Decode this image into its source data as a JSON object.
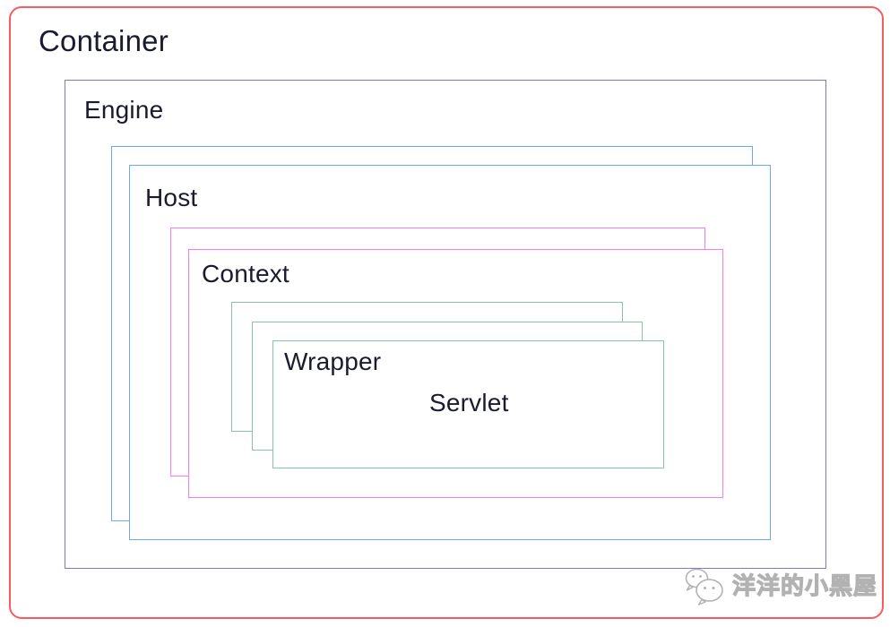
{
  "diagram": {
    "type": "nested-boxes",
    "hierarchy": [
      "Container",
      "Engine",
      "Host",
      "Context",
      "Wrapper",
      "Servlet"
    ],
    "boxes": [
      {
        "id": "container",
        "label": "Container",
        "border_color": "#fb5a61",
        "stack_count": 1
      },
      {
        "id": "engine",
        "label": "Engine",
        "border_color": "#8279b9",
        "stack_count": 1
      },
      {
        "id": "host",
        "label": "Host",
        "border_color": "#6ca9f2",
        "stack_count": 2
      },
      {
        "id": "context",
        "label": "Context",
        "border_color": "#fa7bf0",
        "stack_count": 2
      },
      {
        "id": "wrapper",
        "label": "Wrapper",
        "border_color": "#85c5a6",
        "stack_count": 3
      },
      {
        "id": "servlet",
        "label": "Servlet",
        "border_color": null,
        "stack_count": 0
      }
    ]
  },
  "labels": {
    "container": "Container",
    "engine": "Engine",
    "host": "Host",
    "context": "Context",
    "wrapper": "Wrapper",
    "servlet": "Servlet"
  },
  "colors": {
    "container_border": "#fb5a61",
    "engine_border": "#8279b9",
    "host_border": "#6ca9f2",
    "context_border": "#fa7bf0",
    "wrapper_border": "#85c5a6",
    "label_text": "#1b1b2f",
    "watermark": "#b2b2b2",
    "background": "#ffffff"
  },
  "watermark": {
    "icon": "wechat-icon",
    "text": "洋洋的小黑屋"
  }
}
